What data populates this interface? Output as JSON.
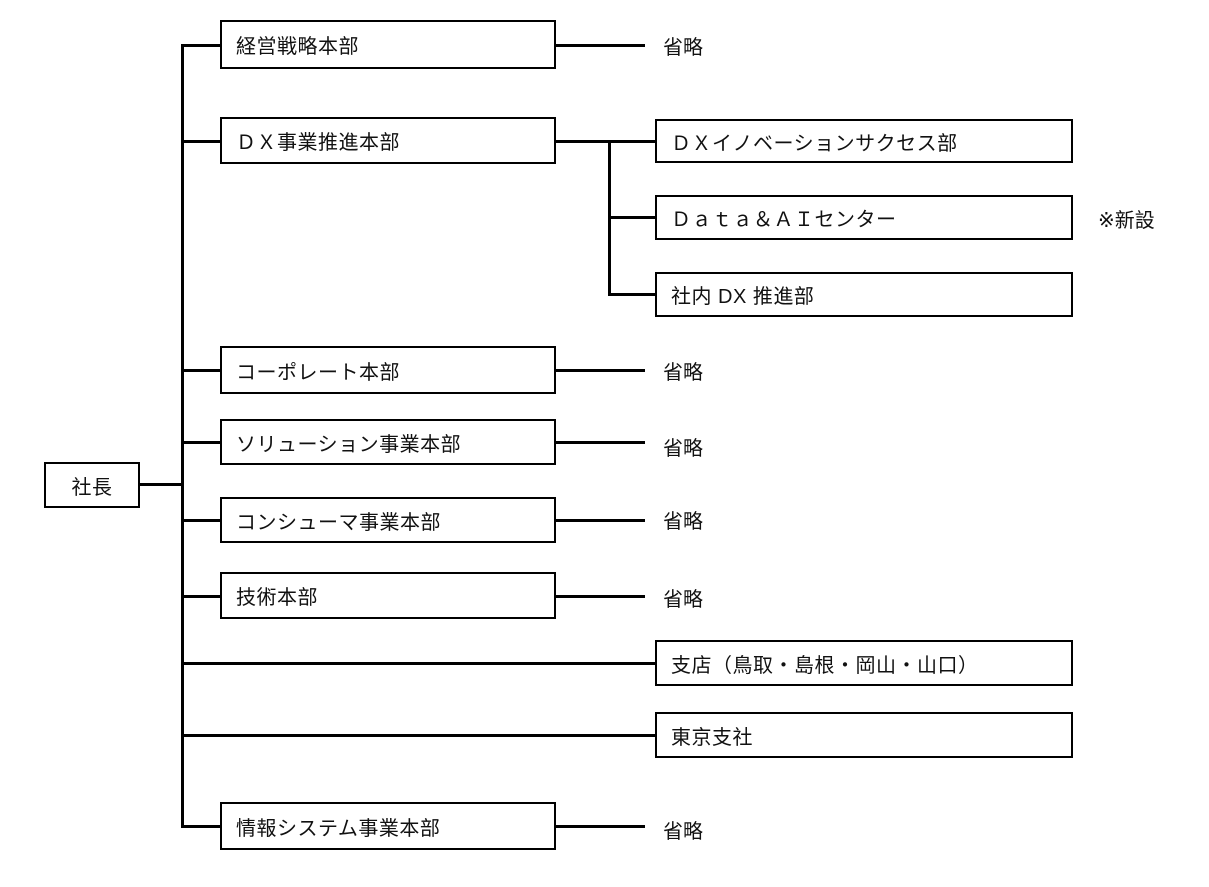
{
  "org": {
    "root": {
      "label": "社長"
    },
    "branches": [
      {
        "label": "経営戦略本部",
        "note": "省略"
      },
      {
        "label": "ＤＸ事業推進本部"
      },
      {
        "label": "コーポレート本部",
        "note": "省略"
      },
      {
        "label": "ソリューション事業本部",
        "note": "省略"
      },
      {
        "label": "コンシューマ事業本部",
        "note": "省略"
      },
      {
        "label": "技術本部",
        "note": "省略"
      },
      {
        "label": "支店（鳥取・島根・岡山・山口）"
      },
      {
        "label": "東京支社"
      },
      {
        "label": "情報システム事業本部",
        "note": "省略"
      }
    ],
    "dx_children": [
      {
        "label": "ＤＸイノベーションサクセス部"
      },
      {
        "label": "Ｄａｔａ＆ＡＩセンター",
        "annotation": "※新設"
      },
      {
        "label": "社内 DX 推進部"
      }
    ]
  }
}
